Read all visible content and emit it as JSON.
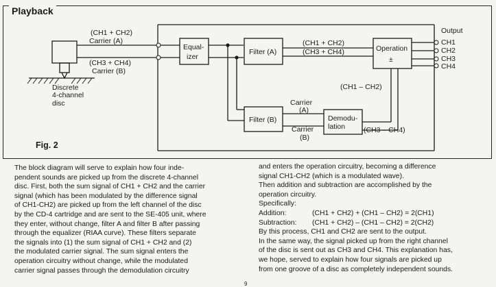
{
  "section_title": "Playback",
  "diagram": {
    "fig_label": "Fig. 2",
    "left_top_label": [
      "(CH1 + CH2)",
      "Carrier  (A)"
    ],
    "left_bottom_label": [
      "(CH3 + CH4)",
      "Carrier  (B)"
    ],
    "disc_label": [
      "Discrete",
      "4-channel",
      "disc"
    ],
    "equalizer": [
      "Equal-",
      "izer"
    ],
    "filter_a": "Filter  (A)",
    "filter_b": "Filter  (B)",
    "operation": "Operation",
    "operation_sign": "±",
    "demodulation": [
      "Demodu-",
      "lation"
    ],
    "sum_12": "(CH1 + CH2)",
    "sum_34": "(CH3 + CH4)",
    "diff_12": "(CH1 – CH2)",
    "diff_34": "(CH3 – CH4)",
    "carrier_a": [
      "Carrier",
      "(A)"
    ],
    "carrier_b": [
      "Carrier",
      "(B)"
    ],
    "output_label": "Output",
    "outputs": [
      "CH1",
      "CH2",
      "CH3",
      "CH4"
    ]
  },
  "text_left": [
    "The block diagram will serve to explain how four inde-",
    "pendent sounds are picked up from the discrete 4-channel",
    "disc. First, both the sum signal of CH1 + CH2 and the carrier",
    "signal (which has been modulated by the difference signal",
    "of CH1-CH2) are picked up from the left channel of the disc",
    "by the CD-4 cartridge and are sent to the SE-405 unit, where",
    "they enter, without change, filter A and filter B after passing",
    "through the equalizer (RIAA curve). These filters separate",
    "the signals into (1) the sum signal of CH1 + CH2 and (2)",
    "the modulated carrier signal. The sum signal enters the",
    "operation circuitry without change, while the modulated",
    "carrier signal passes through the demodulation circuitry"
  ],
  "text_right_top": [
    "and enters the operation circuitry, becoming a difference",
    "signal CH1-CH2 (which is a modulated wave).",
    "Then addition and subtraction are accomplished by the",
    "operation circuitry.",
    "Specifically:"
  ],
  "formulas": [
    {
      "label": "Addition:",
      "expr": "(CH1 + CH2) + (CH1 – CH2) = 2(CH1)"
    },
    {
      "label": "Subtraction:",
      "expr": "(CH1 + CH2) – (CH1 – CH2) = 2(CH2)"
    }
  ],
  "text_right_bottom": [
    "By this process, CH1 and CH2 are sent to the output.",
    "In the same way, the signal picked up from the right channel",
    "of the disc is sent out as CH3 and CH4. This explanation has,",
    "we hope, served to explain how four signals are picked up",
    "from one groove of a disc as completely independent sounds."
  ],
  "page_number": "9"
}
